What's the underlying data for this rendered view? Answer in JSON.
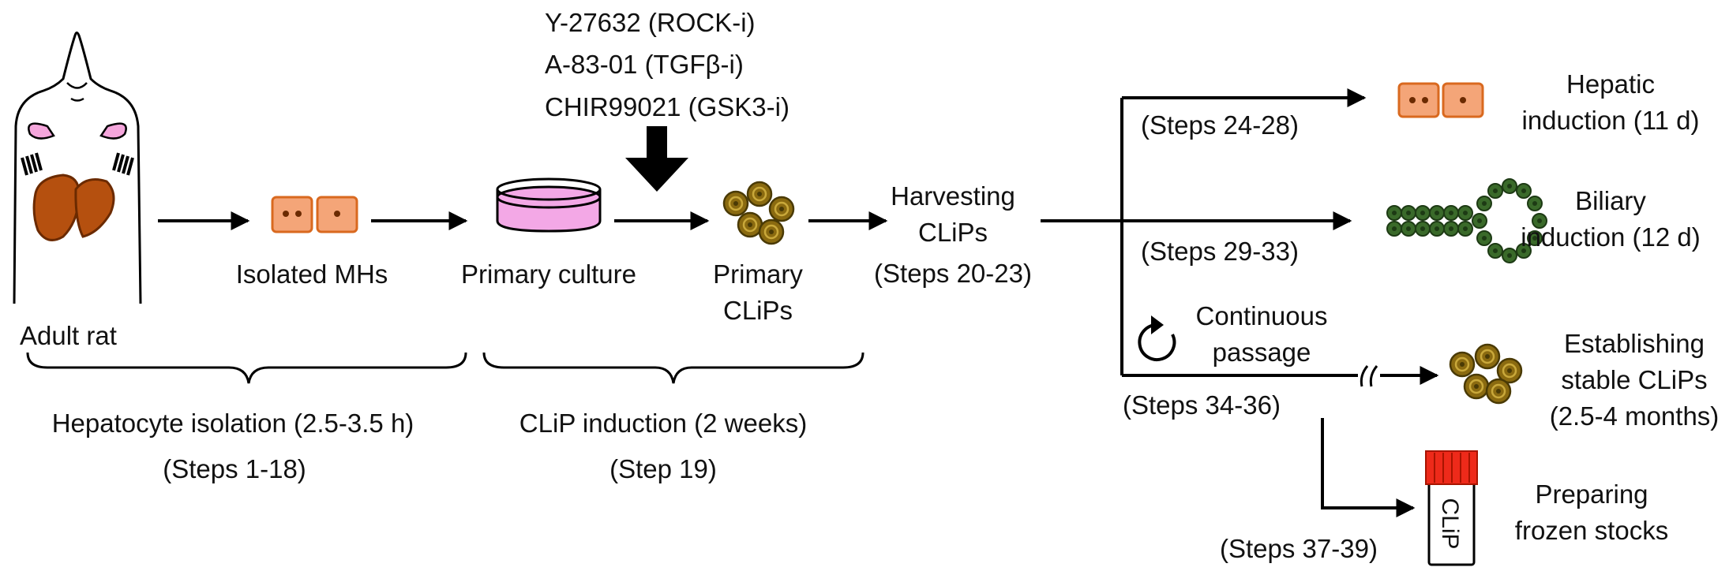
{
  "inhibitors": [
    "Y-27632 (ROCK-i)",
    "A-83-01 (TGFβ-i)",
    "CHIR99021 (GSK3-i)"
  ],
  "stages": {
    "adult_rat": "Adult rat",
    "isolated": "Isolated MHs",
    "primary_culture": "Primary culture",
    "primary_clips": [
      "Primary",
      "CLiPs"
    ],
    "harvesting": [
      "Harvesting",
      "CLiPs",
      "(Steps 20-23)"
    ]
  },
  "phases": {
    "isolation": {
      "title": "Hepatocyte isolation (2.5-3.5 h)",
      "steps": "(Steps 1-18)"
    },
    "induction": {
      "title": "CLiP induction (2 weeks)",
      "steps": "(Step 19)"
    }
  },
  "branches": {
    "hepatic": {
      "steps": "(Steps 24-28)",
      "label": [
        "Hepatic",
        "induction (11 d)"
      ]
    },
    "biliary": {
      "steps": "(Steps 29-33)",
      "label": [
        "Biliary",
        "induction (12 d)"
      ]
    },
    "passage": {
      "note": [
        "Continuous",
        "passage"
      ],
      "steps": "(Steps 34-36)",
      "label": [
        "Establishing",
        "stable CLiPs",
        "(2.5-4 months)"
      ]
    },
    "frozen": {
      "steps": "(Steps 37-39)",
      "label": [
        "Preparing",
        "frozen stocks"
      ],
      "tube_text": "CLiP"
    }
  },
  "colors": {
    "liver": "#b5500f",
    "liver_dark": "#6b2a00",
    "hepatocyte": "#f4a578",
    "hepatocyte_border": "#d9691f",
    "culture_pink": "#f3a8e6",
    "clip": "#8a6a10",
    "clip_dark": "#4a3a05",
    "biliary": "#3a6a2a",
    "biliary_dark": "#1d3a14",
    "tube_cap": "#ee2a1a",
    "ear": "#f5a6dc"
  }
}
